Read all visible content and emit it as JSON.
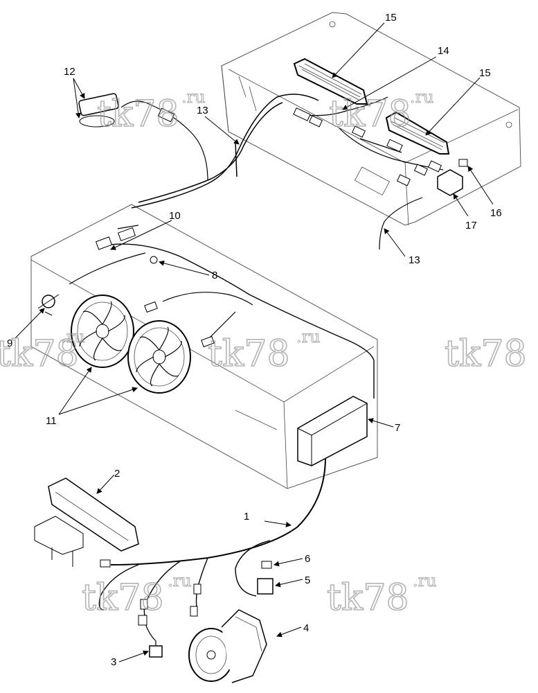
{
  "diagram": {
    "callouts": [
      {
        "id": "1",
        "label": "1"
      },
      {
        "id": "2",
        "label": "2"
      },
      {
        "id": "3",
        "label": "3"
      },
      {
        "id": "4",
        "label": "4"
      },
      {
        "id": "5",
        "label": "5"
      },
      {
        "id": "6",
        "label": "6"
      },
      {
        "id": "7",
        "label": "7"
      },
      {
        "id": "8",
        "label": "8"
      },
      {
        "id": "9",
        "label": "9"
      },
      {
        "id": "10",
        "label": "10"
      },
      {
        "id": "11",
        "label": "11"
      },
      {
        "id": "12",
        "label": "12"
      },
      {
        "id": "13a",
        "label": "13"
      },
      {
        "id": "13b",
        "label": "13"
      },
      {
        "id": "14",
        "label": "14"
      },
      {
        "id": "15a",
        "label": "15"
      },
      {
        "id": "15b",
        "label": "15"
      },
      {
        "id": "16",
        "label": "16"
      },
      {
        "id": "17",
        "label": "17"
      }
    ]
  },
  "watermark": {
    "main": "tk78",
    "suffix": ".ru"
  }
}
